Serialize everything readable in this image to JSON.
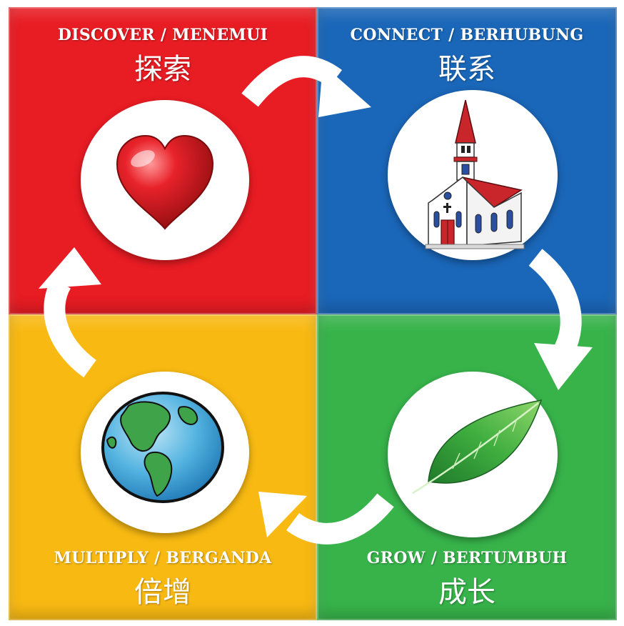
{
  "quadrants": {
    "discover": {
      "title_en": "DISCOVER / MENEMUI",
      "title_zh": "探索",
      "color": "#e81c23",
      "icon": "heart-icon"
    },
    "connect": {
      "title_en": "CONNECT / BERHUBUNG",
      "title_zh": "联系",
      "color": "#1a66b8",
      "icon": "church-icon"
    },
    "multiply": {
      "title_en": "MULTIPLY / BERGANDA",
      "title_zh": "倍增",
      "color": "#f8b912",
      "icon": "earth-globe-icon"
    },
    "grow": {
      "title_en": "GROW / BERTUMBUH",
      "title_zh": "成长",
      "color": "#37b34a",
      "icon": "leaf-icon"
    }
  },
  "cycle_arrows": [
    "arrow-discover-to-connect",
    "arrow-connect-to-grow",
    "arrow-grow-to-multiply",
    "arrow-multiply-to-discover"
  ]
}
